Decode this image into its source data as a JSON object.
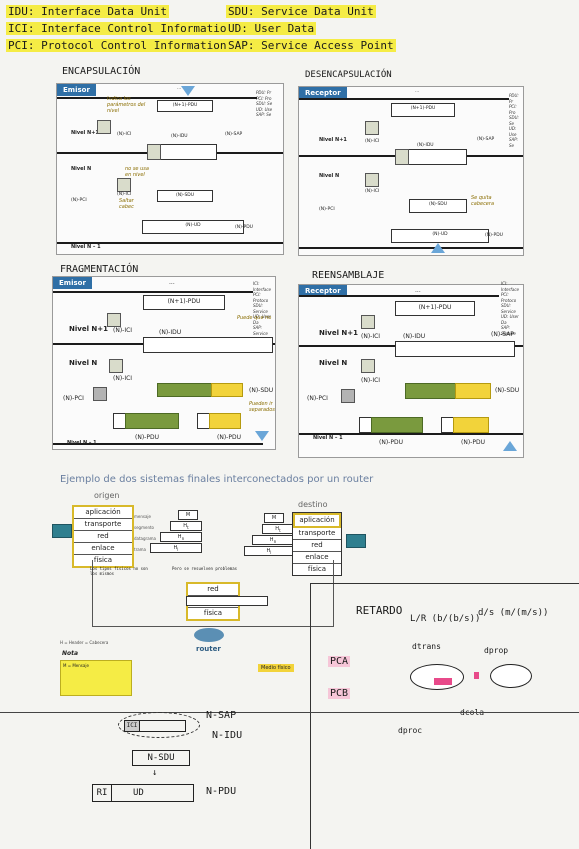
{
  "legend": {
    "idu": "IDU: Interface Data Unit",
    "ici": "ICI: Interface Control Information",
    "pci": "PCI: Protocol Control Information",
    "sdu": "SDU: Service Data Unit",
    "ud": "UD: User Data",
    "sap": "SAP: Service Access Point"
  },
  "sections": {
    "encapsulacion": "ENCAPSULACIÓN",
    "desencapsulacion": "DESENCAPSULACIÓN",
    "fragmentacion": "FRAGMENTACIÓN",
    "reensamblaje": "REENSAMBLAJE"
  },
  "panels": {
    "emisor": "Emisor",
    "receptor": "Receptor"
  },
  "levels": {
    "n1": "Nivel N+1",
    "n": "Nivel N",
    "nm1": "Nivel N – 1"
  },
  "boxes": {
    "n1pdu": "(N+1)-PDU",
    "nici": "(N)-ICI",
    "nidu": "(N)-IDU",
    "nsap": "(N)-SAP",
    "npci": "(N)-PCI",
    "nsdu": "(N)-SDU",
    "nud": "(N)-UD",
    "npdu": "(N)-PDU",
    "dots": "..."
  },
  "side_legend": [
    "PDU: Pr",
    "PCI: Pro",
    "SDU: Se",
    "UD: Use",
    "SAP: Se"
  ],
  "side_legend_full": [
    "ICI: Interface",
    "PCI: Protoco",
    "SDU: Service",
    "UD: User Da",
    "SAP: Service"
  ],
  "notes": {
    "n1": "Indica los parámetros del nivel",
    "n2": "no se usa en nivel",
    "n3": "Saltar cabec",
    "recv": "Se quita cabecera",
    "frag1": "Puede que no",
    "frag2": "Pueden ir separados"
  },
  "router": {
    "title": "Ejemplo de dos sistemas finales interconectados por un router",
    "origen": "origen",
    "destino": "destino",
    "layers": [
      "aplicación",
      "transporte",
      "red",
      "enlace",
      "física"
    ],
    "router_layers": [
      "red",
      "enlace",
      "física"
    ],
    "router_label": "router",
    "side_labels": [
      "mensaje",
      "segmento",
      "datagrama",
      "trama"
    ],
    "medio": "Medio físico",
    "note_title": "Nota",
    "note_lines": [
      "H = Header = Cabecera",
      "M = Mensaje"
    ],
    "hand_note": "Los tipos físicos no son los mismos",
    "hand_note2": "Pero se resuelven problemas"
  },
  "retardo": {
    "title": "RETARDO",
    "formula1": "L/R (b/(b/s))",
    "formula2": "d/s (m/(m/s))",
    "label1": "dtrans",
    "label2": "dprop",
    "label3": "dcola",
    "label4": "dproc",
    "pca": "PCA",
    "pcb": "PCB"
  },
  "bottom": {
    "nsap": "N-SAP",
    "nidu": "N-IDU",
    "nsdu": "N-SDU",
    "npdu": "N-PDU",
    "ri": "RI",
    "ud": "UD",
    "ici": "ICI"
  }
}
